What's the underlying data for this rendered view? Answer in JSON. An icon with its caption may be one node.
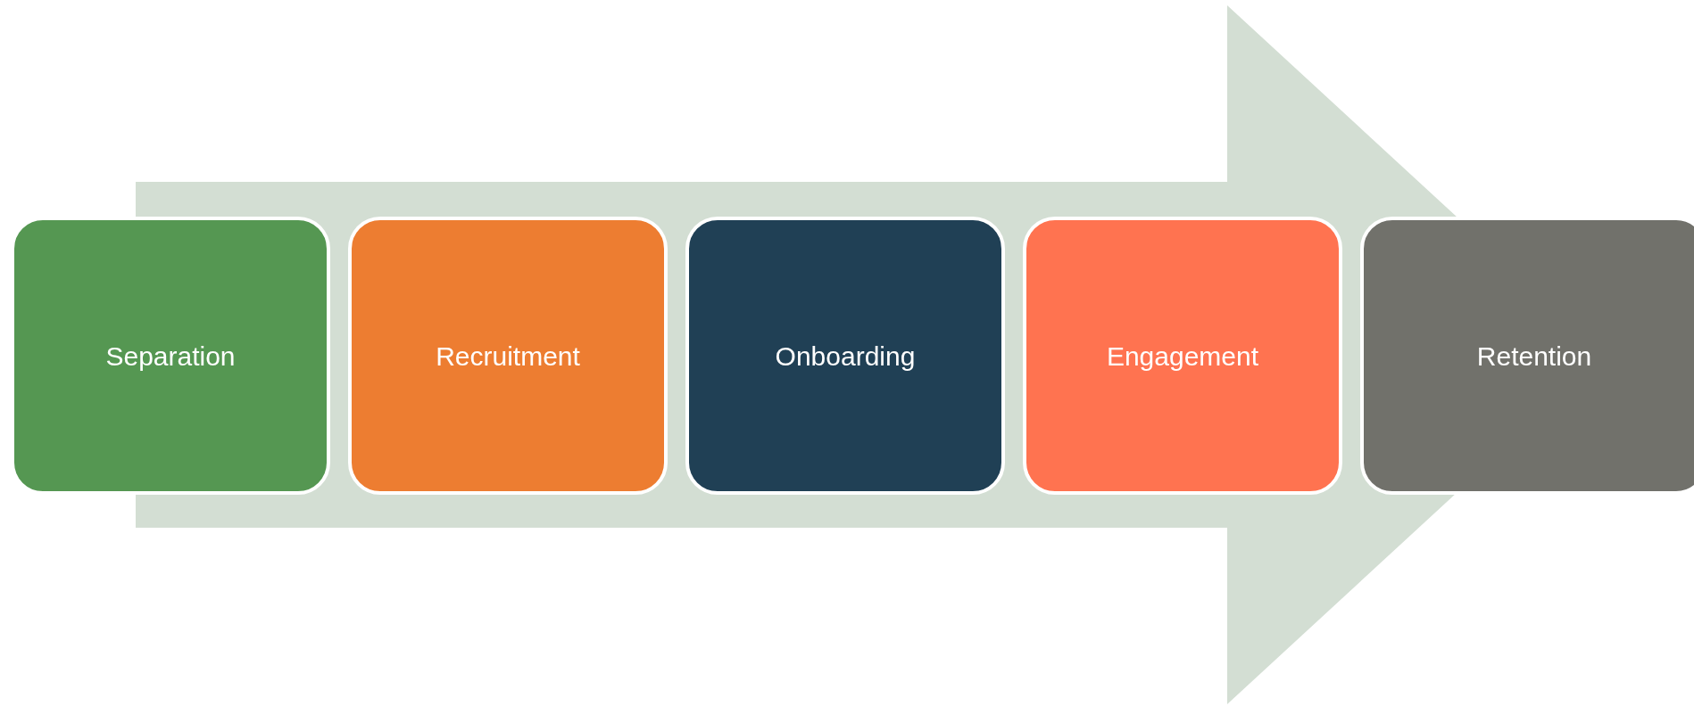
{
  "diagram": {
    "nodes": [
      {
        "text": [
          "Separation"
        ]
      },
      {
        "text": [
          "Recruitment"
        ]
      },
      {
        "text": [
          "Onboarding"
        ]
      },
      {
        "text": [
          "Engagement"
        ]
      },
      {
        "text": [
          "Retention"
        ]
      }
    ],
    "edges": [
      {
        "from": 0,
        "to": 4,
        "arrow": "to"
      }
    ]
  }
}
